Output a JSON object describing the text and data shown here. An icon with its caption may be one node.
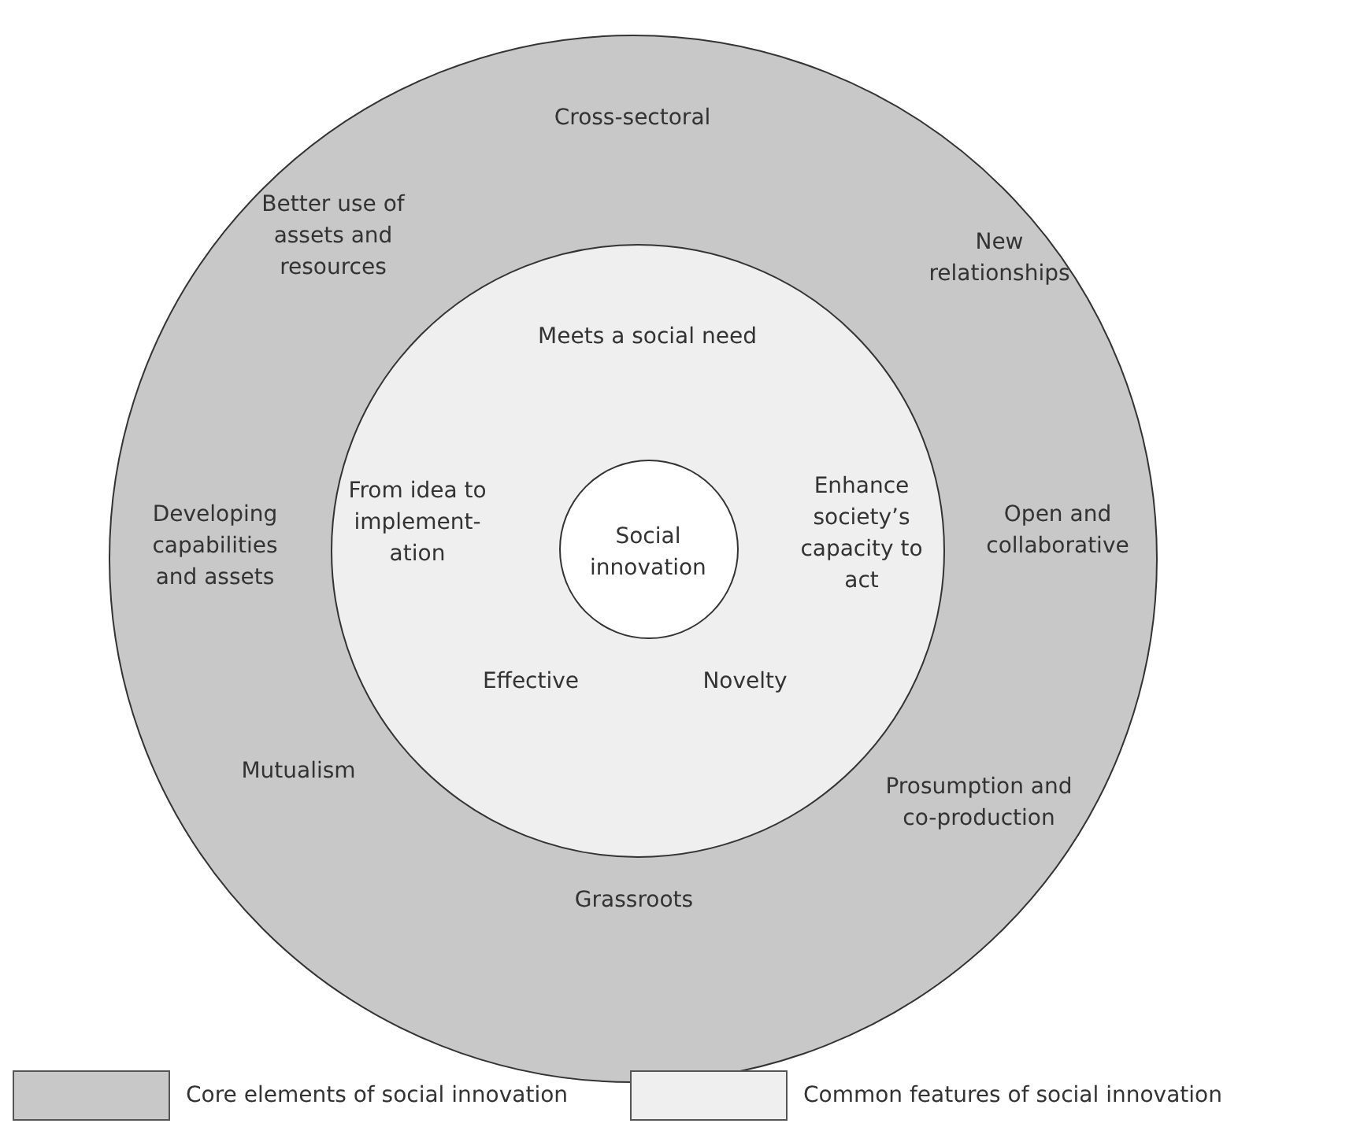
{
  "diagram": {
    "nodes": [
      {
        "text": [
          "Cross-sectoral",
          "Better use of assets and resources",
          "New relationships",
          "Developing capabilities and assets",
          "Open and collaborative",
          "Mutualism",
          "Prosumption and co-production",
          "Grassroots"
        ]
      },
      {
        "text": [
          "Meets a social need",
          "From idea to implement-ation",
          "Enhance society’s capacity to act",
          "Effective",
          "Novelty"
        ],
        "in": 0
      },
      {
        "text": [
          "Social innovation"
        ],
        "in": 1
      }
    ],
    "legend": [
      {
        "text": "Core elements of social innovation",
        "color": "#c8c8c8"
      },
      {
        "text": "Common features of social innovation",
        "color": "#efefef"
      }
    ]
  }
}
